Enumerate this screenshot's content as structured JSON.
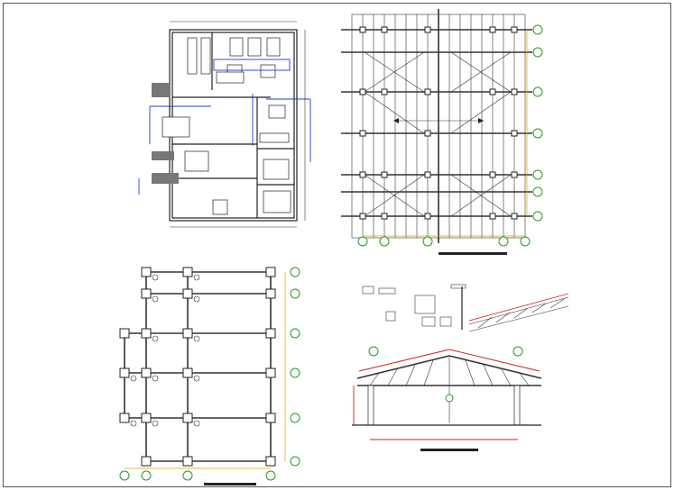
{
  "sheet": {
    "views": [
      {
        "id": "floor-plan",
        "description_kind": "architectural floor plan"
      },
      {
        "id": "roof-framing-plan",
        "description_kind": "roof framing plan"
      },
      {
        "id": "column-beam-layout",
        "description_kind": "column and beam layout"
      },
      {
        "id": "truss-section",
        "description_kind": "roof truss elevation and details"
      }
    ]
  },
  "colors": {
    "grid_bubble": "#1e9e1e",
    "dimension_yellow": "#d9a000",
    "dimension_red": "#d21e1e",
    "dimension_blue": "#1d3cd6",
    "line": "#222222"
  }
}
